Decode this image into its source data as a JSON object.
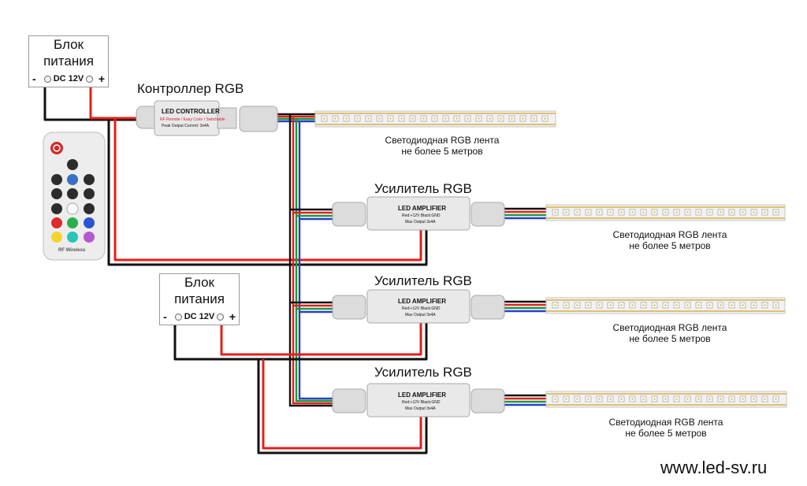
{
  "psu_top": {
    "title_line1": "Блок",
    "title_line2": "питания",
    "minus": "-",
    "voltage": "DC 12V",
    "plus": "+"
  },
  "psu_bottom": {
    "title_line1": "Блок",
    "title_line2": "питания",
    "minus": "-",
    "voltage": "DC 12V",
    "plus": "+"
  },
  "controller": {
    "title": "Контроллер RGB",
    "body_title": "LED CONTROLLER",
    "body_sub": "RF Remote / Easy Color / Switchable",
    "body_spec": "Peak Output Current: 3x4A"
  },
  "remote": {
    "brand": "RF Wireless"
  },
  "amplifiers": [
    {
      "title": "Усилитель RGB",
      "body_title": "LED AMPLIFIER",
      "body_sub": "Red:+12V  Black:GND",
      "body_spec": "Max Output 3x4A"
    },
    {
      "title": "Усилитель RGB",
      "body_title": "LED AMPLIFIER",
      "body_sub": "Red:+12V  Black:GND",
      "body_spec": "Max Output 3x4A"
    },
    {
      "title": "Усилитель RGB",
      "body_title": "LED AMPLIFIER",
      "body_sub": "Red:+12V  Black:GND",
      "body_spec": "Max Output 3x4A"
    }
  ],
  "strips": [
    {
      "line1": "Светодиодная RGB лента",
      "line2": "не более 5 метров"
    },
    {
      "line1": "Светодиодная RGB лента",
      "line2": "не более 5 метров"
    },
    {
      "line1": "Светодиодная RGB лента",
      "line2": "не более 5 метров"
    },
    {
      "line1": "Светодиодная RGB лента",
      "line2": "не более 5 метров"
    }
  ],
  "website": "www.led-sv.ru",
  "colors": {
    "wire_red": "#e0201c",
    "wire_black": "#111111",
    "wire_green": "#1a9a3a",
    "wire_blue": "#2a3fc8",
    "module_body": "#e9e9e9",
    "connector": "#dcdcdc",
    "strip_base": "#f2f2f2"
  }
}
